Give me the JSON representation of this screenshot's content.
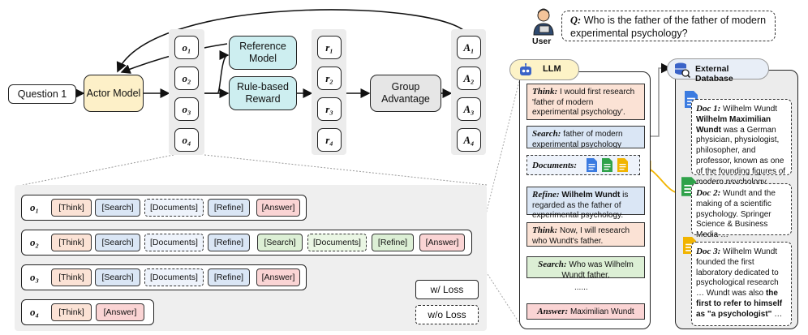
{
  "top": {
    "question": "Question 1",
    "actor": "Actor Model",
    "reference": "Reference Model",
    "reward": "Rule-based Reward",
    "group": "Group Advantage",
    "o_labels": [
      "o₁",
      "o₂",
      "o₃",
      "o₄"
    ],
    "r_labels": [
      "r₁",
      "r₂",
      "r₃",
      "r₄"
    ],
    "a_labels": [
      "A₁",
      "A₂",
      "A₃",
      "A₄"
    ]
  },
  "rollouts": {
    "labels": [
      "o₁",
      "o₂",
      "o₃",
      "o₄"
    ],
    "think": "[Think]",
    "search": "[Search]",
    "documents": "[Documents]",
    "refine": "[Refine]",
    "answer": "[Answer]",
    "legend_with": "w/ Loss",
    "legend_without": "w/o Loss"
  },
  "right": {
    "user_label": "User",
    "question_prefix": "Q:",
    "question_text": "Who is the father of the father of modern experimental psychology?",
    "llm_label": "LLM",
    "db_label": "External Database",
    "think1_kw": "Think:",
    "think1_text": "I would first research 'father of modern experimental psychology'.",
    "search1_kw": "Search:",
    "search1_text": "father of modern experimental psychology",
    "docs_kw": "Documents:",
    "refine_kw": "Refine:",
    "refine_bold": "Wilhelm Wundt",
    "refine_text": "is regarded as the father of experimental psychology.",
    "think2_kw": "Think:",
    "think2_text": "Now, I will research who Wundt's father.",
    "search2_kw": "Search:",
    "search2_text": "Who was Wilhelm Wundt father.",
    "dots": "......",
    "answer_kw": "Answer:",
    "answer_text": "Maximilian Wundt",
    "doc1_kw": "Doc 1:",
    "doc1_a": "Wilhelm Wundt",
    "doc1_bold": "Wilhelm Maximilian Wundt",
    "doc1_b": "was a German physician, physiologist, philosopher, and professor, known as one of the founding figures of modern psychology…",
    "doc2_kw": "Doc 2:",
    "doc2_text": "Wundt and the making of a scientific psychology. Springer Science & Business Media …",
    "doc3_kw": "Doc 3:",
    "doc3_a": "Wilhelm Wundt founded the first laboratory dedicated to psychological research … Wundt was also",
    "doc3_bold": "the first to refer to himself as \"a psychologist\"",
    "doc3_b": "…"
  },
  "colors": {
    "actor": "#fdf0c8",
    "model": "#cdeef0",
    "think": "#fbe2d5",
    "search": "#dae6f5",
    "answer": "#fad4d4",
    "green": "#dcefd5",
    "doc_blue": "#3b7be0",
    "doc_green": "#2fa24a",
    "doc_yellow": "#f1b400"
  }
}
